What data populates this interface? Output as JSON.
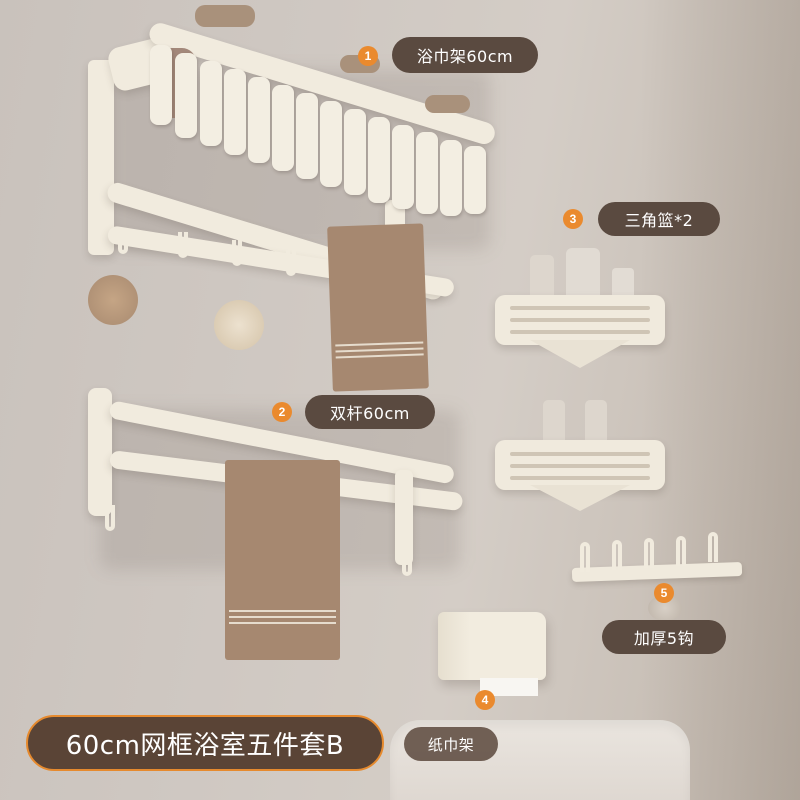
{
  "product": {
    "title": "60cm网框浴室五件套B",
    "accent_color": "#ea8a2e",
    "pill_color": "#5a4a40"
  },
  "callouts": [
    {
      "number": "1",
      "label": "浴巾架60cm"
    },
    {
      "number": "2",
      "label": "双杆60cm"
    },
    {
      "number": "3",
      "label": "三角篮*2"
    },
    {
      "number": "4",
      "label": "纸巾架"
    },
    {
      "number": "5",
      "label": "加厚5钩"
    }
  ]
}
